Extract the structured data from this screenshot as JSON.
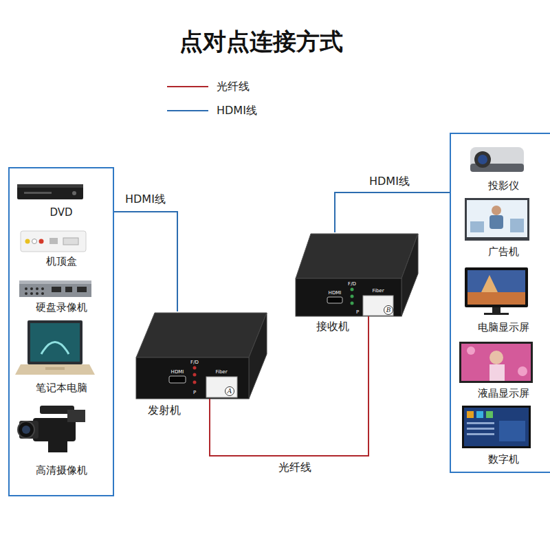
{
  "diagram": {
    "title": "点对点连接方式",
    "nodes": [
      {
        "text": [
          "DVD",
          "机顶盒",
          "硬盘录像机",
          "笔记本电脑",
          "高清摄像机"
        ]
      },
      {
        "text": [
          "发射机"
        ]
      },
      {
        "text": [
          "接收机"
        ]
      },
      {
        "text": [
          "投影仪",
          "广告机",
          "电脑显示屏",
          "液晶显示屏",
          "数字机"
        ]
      }
    ],
    "edges": [
      {
        "from": 0,
        "to": 1,
        "label": "HDMI线",
        "arrow": "none"
      },
      {
        "from": 1,
        "to": 2,
        "label": "光纤线",
        "arrow": "none"
      },
      {
        "from": 2,
        "to": 3,
        "label": "HDMI线",
        "arrow": "none"
      }
    ],
    "labels": [
      "HDMI",
      "F/D",
      "P",
      "Fiber",
      "A",
      "HDMI",
      "F/D",
      "P",
      "Fiber",
      "B"
    ],
    "legend": [
      {
        "text": "光纤线"
      },
      {
        "text": "HDMI线"
      }
    ]
  }
}
